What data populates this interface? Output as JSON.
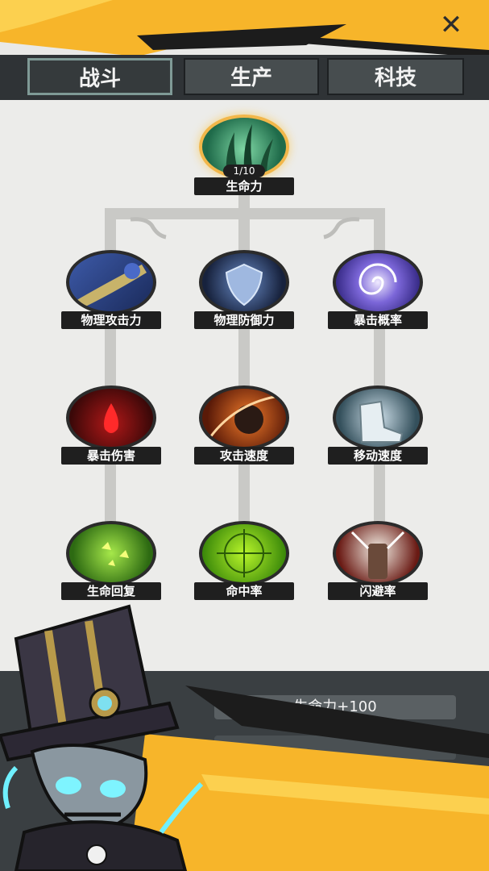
{
  "tabs": [
    {
      "label": "战斗",
      "active": true
    },
    {
      "label": "生产",
      "active": false
    },
    {
      "label": "科技",
      "active": false
    }
  ],
  "root_skill": {
    "name": "生命力",
    "level": "1/10"
  },
  "skills": [
    {
      "name": "物理攻击力"
    },
    {
      "name": "物理防御力"
    },
    {
      "name": "暴击概率"
    },
    {
      "name": "暴击伤害"
    },
    {
      "name": "攻击速度"
    },
    {
      "name": "移动速度"
    },
    {
      "name": "生命回复"
    },
    {
      "name": "命中率"
    },
    {
      "name": "闪避率"
    }
  ],
  "bottom": {
    "reward_text": "生命力+100"
  },
  "colors": {
    "banner": "#f7b52a",
    "tab_bg": "#474d4f",
    "board": "#ececea",
    "panel": "#3a3f42"
  },
  "icons": [
    "close-icon",
    "grass-icon",
    "sword-icon",
    "shield-icon",
    "vortex-icon",
    "blood-drop-icon",
    "fist-icon",
    "boot-icon",
    "butterfly-icon",
    "crosshair-icon",
    "arm-guard-icon"
  ]
}
